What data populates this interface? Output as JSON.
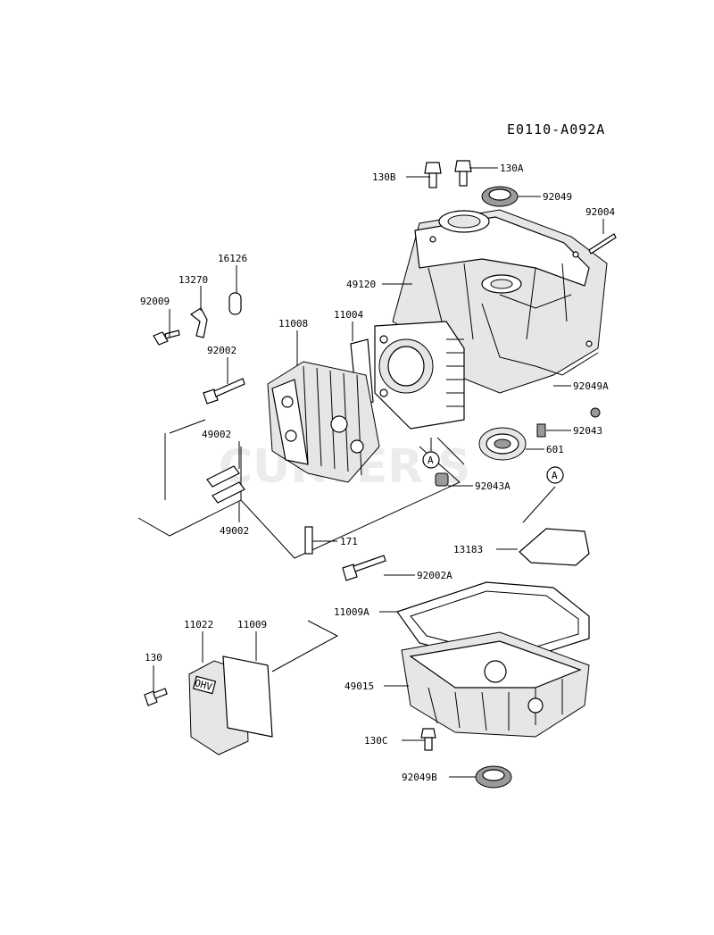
{
  "diagram_code": "E0110-A092A",
  "watermark": "CURTER'S",
  "ref_marker": "A",
  "cover_badge": "OHV",
  "labels": {
    "l130B": "130B",
    "l130A": "130A",
    "l92049": "92049",
    "l92004": "92004",
    "l16126": "16126",
    "l13270": "13270",
    "l92009": "92009",
    "l49120": "49120",
    "l11004": "11004",
    "l11008": "11008",
    "l92002": "92002",
    "l92049A": "92049A",
    "l92043": "92043",
    "l49002a": "49002",
    "l601": "601",
    "l92043A": "92043A",
    "l49002b": "49002",
    "l171": "171",
    "l13183": "13183",
    "l92002A": "92002A",
    "l11009A": "11009A",
    "l11022": "11022",
    "l11009": "11009",
    "l130": "130",
    "l49015": "49015",
    "l130C": "130C",
    "l92049B": "92049B"
  }
}
